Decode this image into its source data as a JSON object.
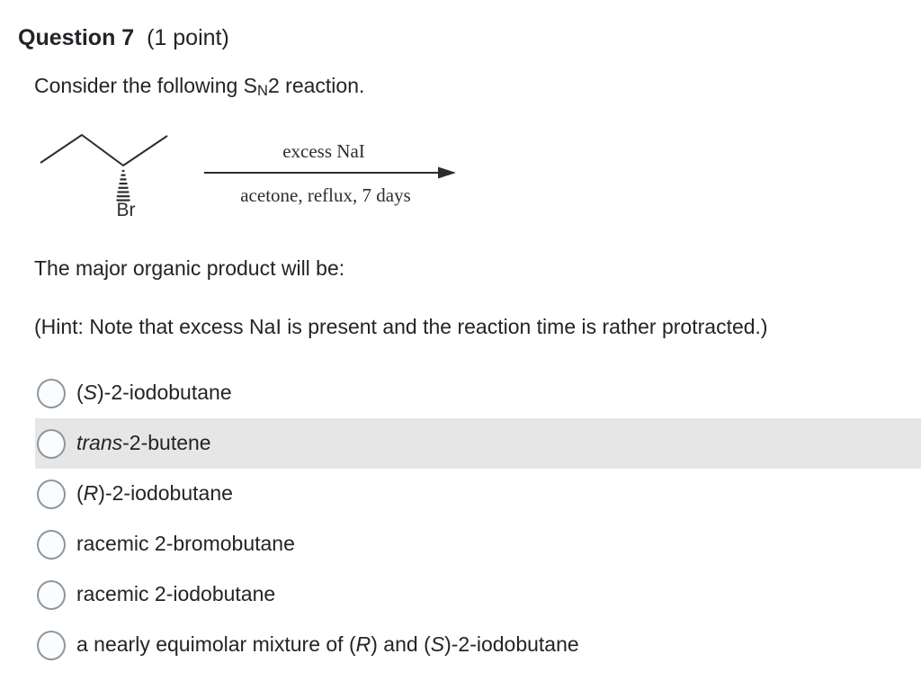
{
  "header": {
    "question_number": "Question 7",
    "points": "(1 point)"
  },
  "intro": {
    "prefix": "Consider the following S",
    "subscript": "N",
    "suffix": "2 reaction."
  },
  "scheme": {
    "reagent": "excess NaI",
    "conditions": "acetone, reflux, 7 days",
    "substituent": "Br"
  },
  "prompt": "The major organic product will be:",
  "hint": "(Hint: Note that excess NaI is present and the reaction time is rather protracted.)",
  "options": [
    {
      "highlighted": false,
      "selected": false,
      "segments": [
        {
          "text": "(",
          "italic": false
        },
        {
          "text": "S",
          "italic": true
        },
        {
          "text": ")-2-iodobutane",
          "italic": false
        }
      ]
    },
    {
      "highlighted": true,
      "selected": false,
      "segments": [
        {
          "text": "trans",
          "italic": true
        },
        {
          "text": "-2-butene",
          "italic": false
        }
      ]
    },
    {
      "highlighted": false,
      "selected": false,
      "segments": [
        {
          "text": "(",
          "italic": false
        },
        {
          "text": "R",
          "italic": true
        },
        {
          "text": ")-2-iodobutane",
          "italic": false
        }
      ]
    },
    {
      "highlighted": false,
      "selected": false,
      "segments": [
        {
          "text": "racemic 2-bromobutane",
          "italic": false
        }
      ]
    },
    {
      "highlighted": false,
      "selected": false,
      "segments": [
        {
          "text": "racemic 2-iodobutane",
          "italic": false
        }
      ]
    },
    {
      "highlighted": false,
      "selected": false,
      "segments": [
        {
          "text": "a nearly equimolar mixture of (",
          "italic": false
        },
        {
          "text": "R",
          "italic": true
        },
        {
          "text": ") and (",
          "italic": false
        },
        {
          "text": "S",
          "italic": true
        },
        {
          "text": ")-2-iodobutane",
          "italic": false
        }
      ]
    }
  ],
  "colors": {
    "text": "#222428",
    "ink": "#2d2d2d",
    "highlight_bg": "#e6e6e6",
    "radio_border": "#8d969e",
    "radio_fill": "#fafcfe"
  }
}
